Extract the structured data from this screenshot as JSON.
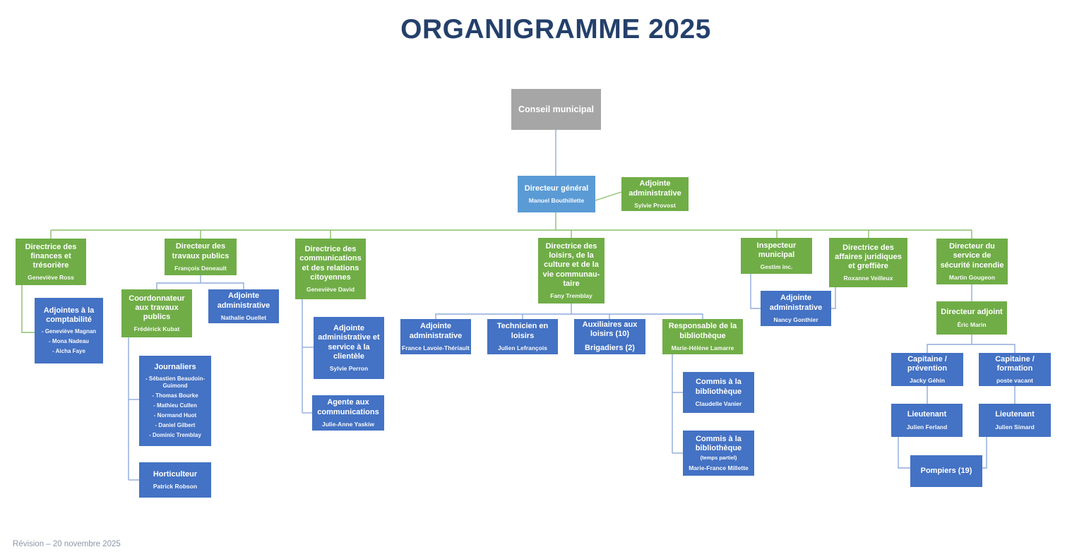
{
  "header": {
    "title": "ORGANIGRAMME 2025"
  },
  "footer": {
    "revision": "Révision – 20 novembre 2025"
  },
  "colors": {
    "green": "#70AD47",
    "blue": "#4472C4",
    "light_blue": "#5B9BD5",
    "gray": "#A6A6A6",
    "title_navy": "#24406B",
    "green_connector": "#8CBF6B",
    "blue_connector": "#8FAADC"
  },
  "nodes": {
    "conseil": {
      "title": "Conseil municipal"
    },
    "dg": {
      "title": "Directeur général",
      "person": "Manuel Bouthillette"
    },
    "adj_dg": {
      "title": "Adjointe administrative",
      "person": "Sylvie Provost"
    },
    "finances": {
      "title": "Directrice des finances et trésorière",
      "person": "Geneviève Ross"
    },
    "adj_compta": {
      "title": "Adjointes à la comptabilité",
      "members": [
        "- Geneviève Magnan",
        "- Mona Nadeau",
        "- Aicha Faye"
      ]
    },
    "travaux": {
      "title": "Directeur des travaux publics",
      "person": "François Deneault"
    },
    "coordo": {
      "title": "Coordonnateur aux travaux publics",
      "person": "Frédérick Kubat"
    },
    "adj_travaux": {
      "title": "Adjointe administrative",
      "person": "Nathalie Ouellet"
    },
    "journaliers": {
      "title": "Journaliers",
      "members": [
        "- Sébastien Beaudoin-Guimond",
        "- Thomas Bourke",
        "- Mathieu Cullen",
        "- Normand Huot",
        "- Daniel Gilbert",
        "- Dominic Tremblay"
      ]
    },
    "horticulteur": {
      "title": "Horticulteur",
      "person": "Patrick Robson"
    },
    "communications": {
      "title": "Directrice des communications et des relations citoyennes",
      "person": "Geneviève David"
    },
    "adj_comm": {
      "title": "Adjointe administrative et service à la clientèle",
      "person": "Sylvie Perron"
    },
    "agente_comm": {
      "title": "Agente aux communications",
      "person": "Julie-Anne Yaskiw"
    },
    "loisirs": {
      "title": "Directrice des loisirs, de la culture et de la vie communau-taire",
      "person": "Fany Tremblay"
    },
    "adj_loisirs": {
      "title": "Adjointe administrative",
      "person": "France Lavoie-Thériault"
    },
    "technicien": {
      "title": "Technicien en loisirs",
      "person": "Julien Lefrançois"
    },
    "aux_loisirs": {
      "title": "Auxiliaires aux loisirs (10)",
      "title2": "Brigadiers (2)"
    },
    "resp_biblio": {
      "title": "Responsable de la bibliothèque",
      "person": "Marie-Hélène Lamarre"
    },
    "commis1": {
      "title": "Commis à la bibliothèque",
      "person": "Claudelle Vanier"
    },
    "commis2": {
      "title": "Commis à la bibliothèque",
      "note": "(temps partiel)",
      "person": "Marie-France Millette"
    },
    "inspecteur": {
      "title": "Inspecteur municipal",
      "person": "Gestim inc."
    },
    "adj_inspecteur": {
      "title": "Adjointe administrative",
      "person": "Nancy Gonthier"
    },
    "juridique": {
      "title": "Directrice des affaires juridiques et greffière",
      "person": "Roxanne Veilleux"
    },
    "incendie": {
      "title": "Directeur du service de sécurité incendie",
      "person": "Martin Gougeon"
    },
    "dir_adjoint": {
      "title": "Directeur adjoint",
      "person": "Éric Marin"
    },
    "cap_prev": {
      "title": "Capitaine / prévention",
      "person": "Jacky Géhin"
    },
    "cap_form": {
      "title": "Capitaine / formation",
      "person": "poste vacant"
    },
    "lt_ferland": {
      "title": "Lieutenant",
      "person": "Julien Ferland"
    },
    "lt_simard": {
      "title": "Lieutenant",
      "person": "Julien Simard"
    },
    "pompiers": {
      "title": "Pompiers (19)"
    }
  }
}
